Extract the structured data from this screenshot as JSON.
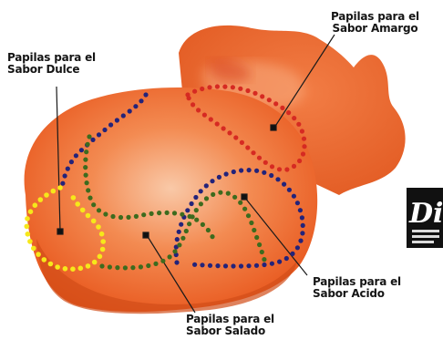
{
  "diagram": {
    "labels": {
      "sweet": {
        "line1": "Papilas para el",
        "line2": "Sabor Dulce"
      },
      "bitter": {
        "line1": "Papilas para el",
        "line2": "Sabor Amargo"
      },
      "sour": {
        "line1": "Papilas para el",
        "line2": "Sabor Acido"
      },
      "salty": {
        "line1": "Papilas para el",
        "line2": "Sabor Salado"
      }
    },
    "colors": {
      "tongue": "#ef6a2a",
      "tongue_light": "#f6b48f",
      "sweet_dots": "#f6e81a",
      "salty_dots": "#3d6b1e",
      "sour_dots": "#23237a",
      "bitter_dots": "#d62a22",
      "logo_bg": "#111111"
    },
    "logo": {
      "visible_text": "Di"
    }
  }
}
